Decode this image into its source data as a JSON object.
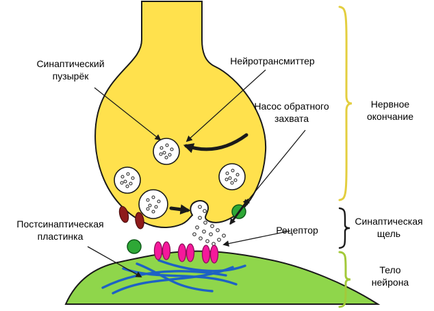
{
  "diagram": {
    "labels": {
      "synaptic_vesicle": {
        "lines": [
          "Синаптический",
          "пузырёк"
        ]
      },
      "neurotransmitter": {
        "lines": [
          "Нейротрансмиттер"
        ]
      },
      "reuptake_pump": {
        "lines": [
          "Насос обратного",
          "захвата"
        ]
      },
      "nerve_ending": {
        "lines": [
          "Нервное",
          "окончание"
        ]
      },
      "postsynaptic_plate": {
        "lines": [
          "Постсинаптическая",
          "пластинка"
        ]
      },
      "receptor": {
        "lines": [
          "Рецептор"
        ]
      },
      "synaptic_cleft": {
        "lines": [
          "Синаптическая",
          "щель"
        ]
      },
      "neuron_body": {
        "lines": [
          "Тело",
          "нейрона"
        ]
      }
    },
    "colors": {
      "terminal_fill": "#FFE14D",
      "cell_fill": "#8FD64B",
      "vesicle_fill": "#FFFFFF",
      "receptor_fill": "#F5199B",
      "pump_fill": "#2EA836",
      "channel_fill": "#8E1B1B",
      "fiber_stroke": "#1E62C4",
      "brace_nerve": "#E3CE3F",
      "brace_cleft": "#1A1A1A",
      "brace_body": "#A3C93A",
      "outline": "#1A1A1A",
      "text": "#000000"
    }
  }
}
